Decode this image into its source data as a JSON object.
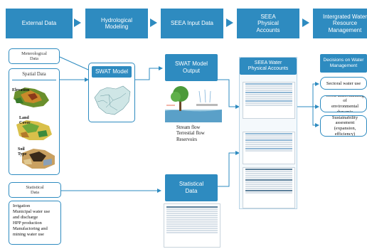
{
  "header": {
    "items": [
      {
        "label": "External Data"
      },
      {
        "label": "Hydrological\nModeling"
      },
      {
        "label": "SEEA Input Data"
      },
      {
        "label": "SEEA\nPhysical\nAccounts"
      },
      {
        "label": "Intergrated Water\nResource\nManagement"
      }
    ]
  },
  "inputs": {
    "meteorological": "Meterological\nData",
    "spatial": "Spatial Data",
    "elevation": "Elevation",
    "land_cover": "Land\nCover",
    "soil_type": "Soil\nType",
    "statistical": "Statistical\nData",
    "statistical_items": [
      "Irrigation",
      "Municipal water use\nand discharge",
      "HPP production",
      "Manufactoring and\nmining water use"
    ]
  },
  "model": {
    "swat_model": "SWAT Model"
  },
  "seea_input": {
    "swat_output": "SWAT Model\nOutput",
    "outputs": [
      "Stream flow",
      "Terrestial flow",
      "Reservoirs"
    ],
    "statistical_data": "Statistical\nData"
  },
  "accounts": {
    "title": "SEEA Water\nPhysical Accounts"
  },
  "management": {
    "decisions": "Decisions on Water\nManagement",
    "items": [
      "Sectoral water use",
      "Good understanding of\nenvironmental dynamic",
      "Sustainability\nassesment\n(expansion, efficiency)"
    ]
  }
}
